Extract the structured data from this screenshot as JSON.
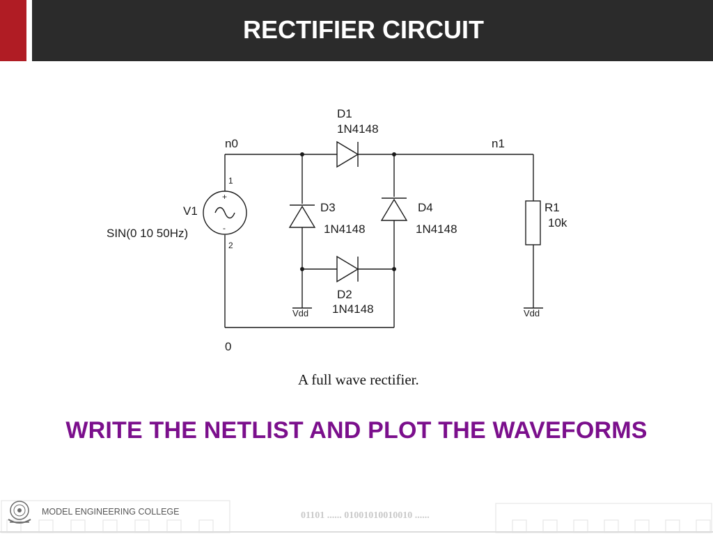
{
  "header": {
    "title": "RECTIFIER CIRCUIT",
    "accent_color": "#b01c24",
    "bar_color": "#2b2b2b"
  },
  "circuit": {
    "nodes": {
      "n0": "n0",
      "n1": "n1",
      "ground": "0"
    },
    "source": {
      "name": "V1",
      "value": "SIN(0 10 50Hz)",
      "pin_plus": "1",
      "pin_minus": "2",
      "plus_sign": "+",
      "minus_sign": "-"
    },
    "diodes": [
      {
        "name": "D1",
        "model": "1N4148"
      },
      {
        "name": "D2",
        "model": "1N4148"
      },
      {
        "name": "D3",
        "model": "1N4148"
      },
      {
        "name": "D4",
        "model": "1N4148"
      }
    ],
    "resistor": {
      "name": "R1",
      "value": "10k"
    },
    "ground_labels": [
      "Vdd",
      "Vdd"
    ]
  },
  "caption": "A full wave rectifier.",
  "instruction": "WRITE THE NETLIST AND PLOT THE WAVEFORMS",
  "instruction_color": "#7b0f8c",
  "footer": {
    "college": "MODEL ENGINEERING COLLEGE",
    "binary_snippet": "01101 ...... 01001010010010 ......",
    "logo_icon": "college-emblem-icon"
  }
}
